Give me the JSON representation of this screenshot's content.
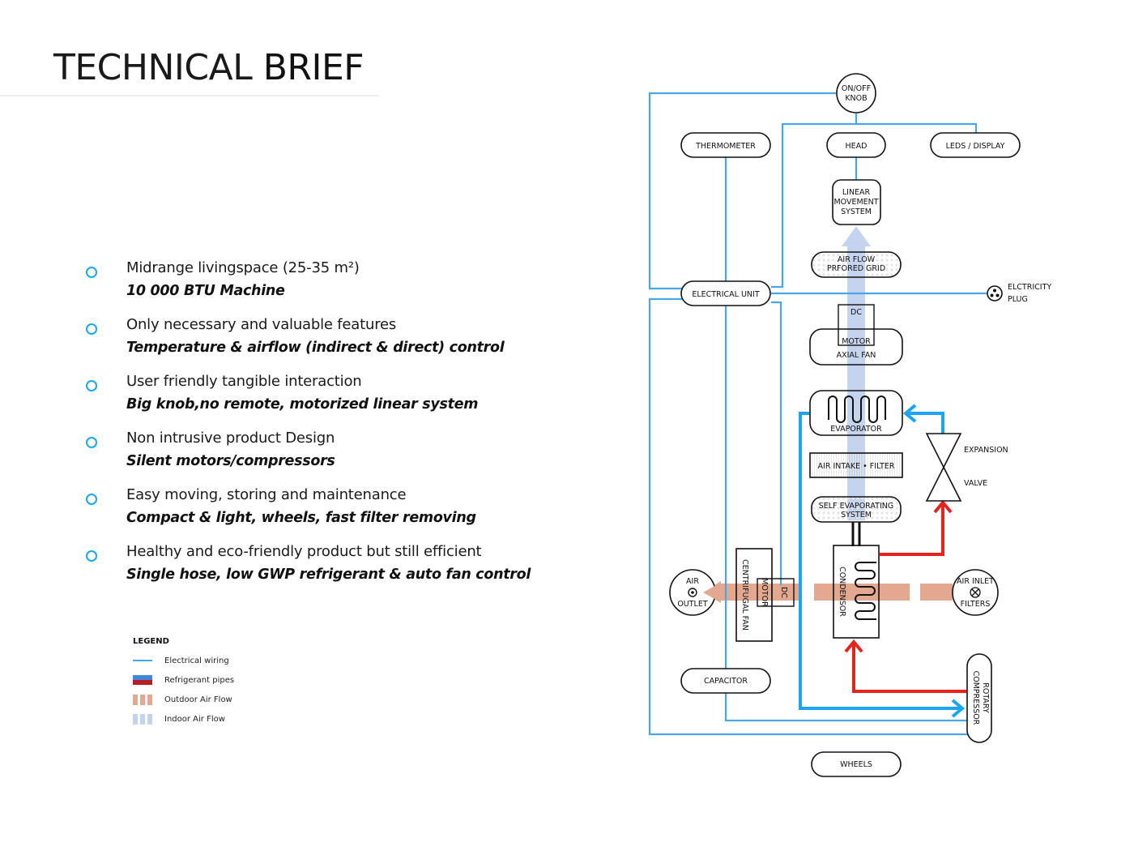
{
  "header": {
    "title_light": "TECHNICAL",
    "title_bold": "BRIEF"
  },
  "features": [
    {
      "main": "Midrange livingspace (25-35 m²)",
      "sub": "10 000 BTU Machine"
    },
    {
      "main": "Only necessary and valuable features",
      "sub": "Temperature & airflow (indirect & direct) control"
    },
    {
      "main": "User friendly tangible interaction",
      "sub": "Big knob,no remote, motorized linear system"
    },
    {
      "main": "Non intrusive product Design",
      "sub": "Silent motors/compressors"
    },
    {
      "main": "Easy moving, storing and maintenance",
      "sub": "Compact & light, wheels, fast filter removing"
    },
    {
      "main": "Healthy and eco-friendly product but still efficient",
      "sub": "Single hose, low GWP refrigerant & auto fan control"
    }
  ],
  "legend": {
    "title": "LEGEND",
    "items": [
      {
        "label": "Electrical wiring",
        "type": "wire"
      },
      {
        "label": "Refrigerant pipes",
        "type": "refrigerant"
      },
      {
        "label": "Outdoor Air Flow",
        "type": "outdoor"
      },
      {
        "label": "Indoor Air Flow",
        "type": "indoor"
      }
    ]
  },
  "colors": {
    "wire": "#4aa6e6",
    "refrigerant_cold": "#1aa5ee",
    "refrigerant_hot": "#e8221e",
    "outdoor_air": "#e2a890",
    "indoor_air": "#c4d3ee",
    "bullet": "#1ea8e8"
  },
  "diagram": {
    "nodes": {
      "on_off_knob": [
        "ON/OFF",
        "KNOB"
      ],
      "thermometer": "THERMOMETER",
      "head": "HEAD",
      "leds_display": "LEDS / DISPLAY",
      "linear_movement": [
        "LINEAR",
        "MOVEMENT",
        "SYSTEM"
      ],
      "air_flow_grid": [
        "AIR FLOW",
        "PRFORED GRID"
      ],
      "electrical_unit": "ELECTRICAL UNIT",
      "electricity_plug": [
        "ELCTRICITY",
        "PLUG"
      ],
      "dc_axial": "DC",
      "motor_axial": "MOTOR",
      "axial_fan": "AXIAL FAN",
      "evaporator": "EVAPORATOR",
      "expansion_valve": [
        "EXPANSION",
        "VALVE"
      ],
      "air_intake_filter": "AIR INTAKE • FILTER",
      "self_evaporating": [
        "SELF EVAPORATING",
        "SYSTEM"
      ],
      "condensor": "CONDENSOR",
      "centrifugal_fan": "CENTRIFUGAL FAN",
      "motor_centrifugal": "MOTOR",
      "dc_centrifugal": "DC",
      "air_outlet": [
        "AIR",
        "OUTLET"
      ],
      "air_inlet": [
        "AIR INLET",
        "FILTERS"
      ],
      "capacitor": "CAPACITOR",
      "rotary_compressor": [
        "ROTARY",
        "COMPRESSOR"
      ],
      "wheels": "WHEELS"
    }
  }
}
